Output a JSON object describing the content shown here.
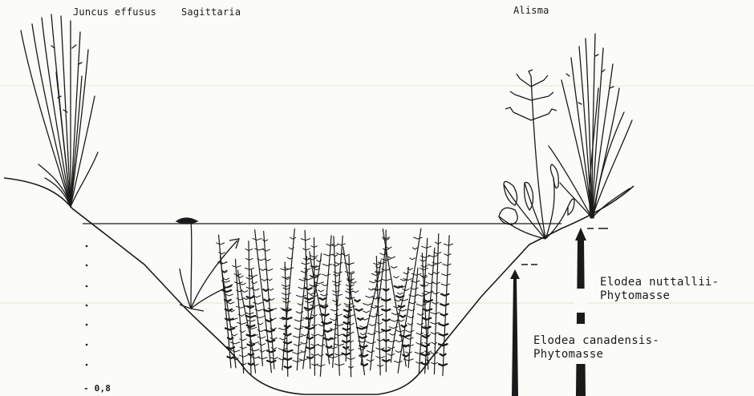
{
  "labels": {
    "juncus": "Juncus effusus",
    "sagittaria": "Sagittaria",
    "alisma": "Alisma",
    "elodea_nuttallii_1": "Elodea nuttallii-",
    "elodea_nuttallii_2": "Phytomasse",
    "elodea_canadensis_1": "Elodea canadensis-",
    "elodea_canadensis_2": "Phytomasse",
    "depth": "- 0,8"
  },
  "colors": {
    "ink": "#1a1a1a",
    "paper": "#fbfbf8"
  },
  "icons": [
    "juncus-plant-icon",
    "sagittaria-plant-icon",
    "alisma-plant-icon",
    "elodea-plant-icon",
    "phytomass-arrow-icon"
  ]
}
